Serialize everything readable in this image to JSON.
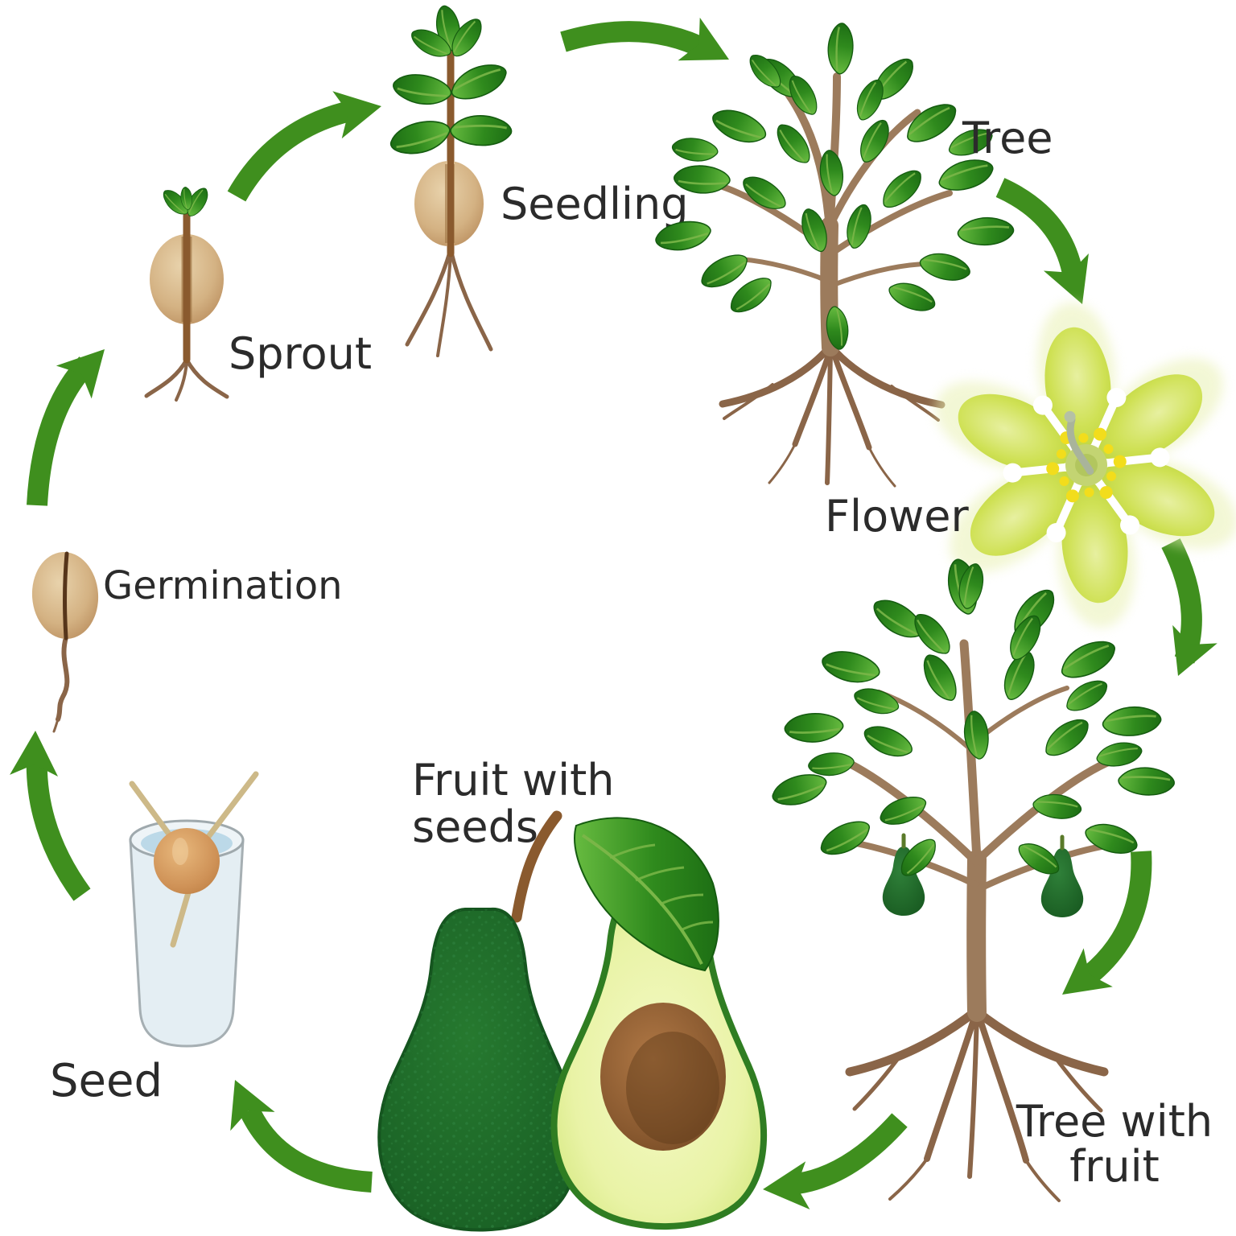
{
  "diagram": {
    "subject": "Avocado plant life cycle",
    "cycle_order": [
      "Seed",
      "Germination",
      "Sprout",
      "Seedling",
      "Tree",
      "Flower",
      "Tree with fruit",
      "Fruit with seeds"
    ]
  },
  "labels": {
    "seed": "Seed",
    "germination": "Germination",
    "sprout": "Sprout",
    "seedling": "Seedling",
    "tree": "Tree",
    "flower": "Flower",
    "tree_with_fruit_line1": "Tree with",
    "tree_with_fruit_line2": "fruit",
    "fruit_with_seeds_line1": "Fruit with",
    "fruit_with_seeds_line2": "seeds"
  },
  "colors": {
    "background": "#ffffff",
    "label-ink": "#2b2b2b",
    "arrow-green": "#3f8f1e",
    "leaf-dark": "#1d6e14",
    "leaf-light": "#56b237",
    "leaf-vein": "#7ab648",
    "trunk-brown": "#9c7b5c",
    "root-brown": "#8a6548",
    "stem-brown": "#8a5a2e",
    "seed-tan": "#cfa975",
    "seed-crack": "#56351a",
    "pit-orange": "#cf9257",
    "glass-blue": "#e2edf2",
    "water-blue": "#bcd9e8",
    "toothpick-tan": "#cdb988",
    "avocado-skin": "#1e6f2d",
    "avocado-skin-dot": "#2f8340",
    "avocado-flesh": "#e9f3a6",
    "avocado-pit-brown": "#8a5a30",
    "petal-green": "#c9dd4e",
    "stamen-white": "#ffffff",
    "pollen-yellow": "#f2dd1c"
  }
}
